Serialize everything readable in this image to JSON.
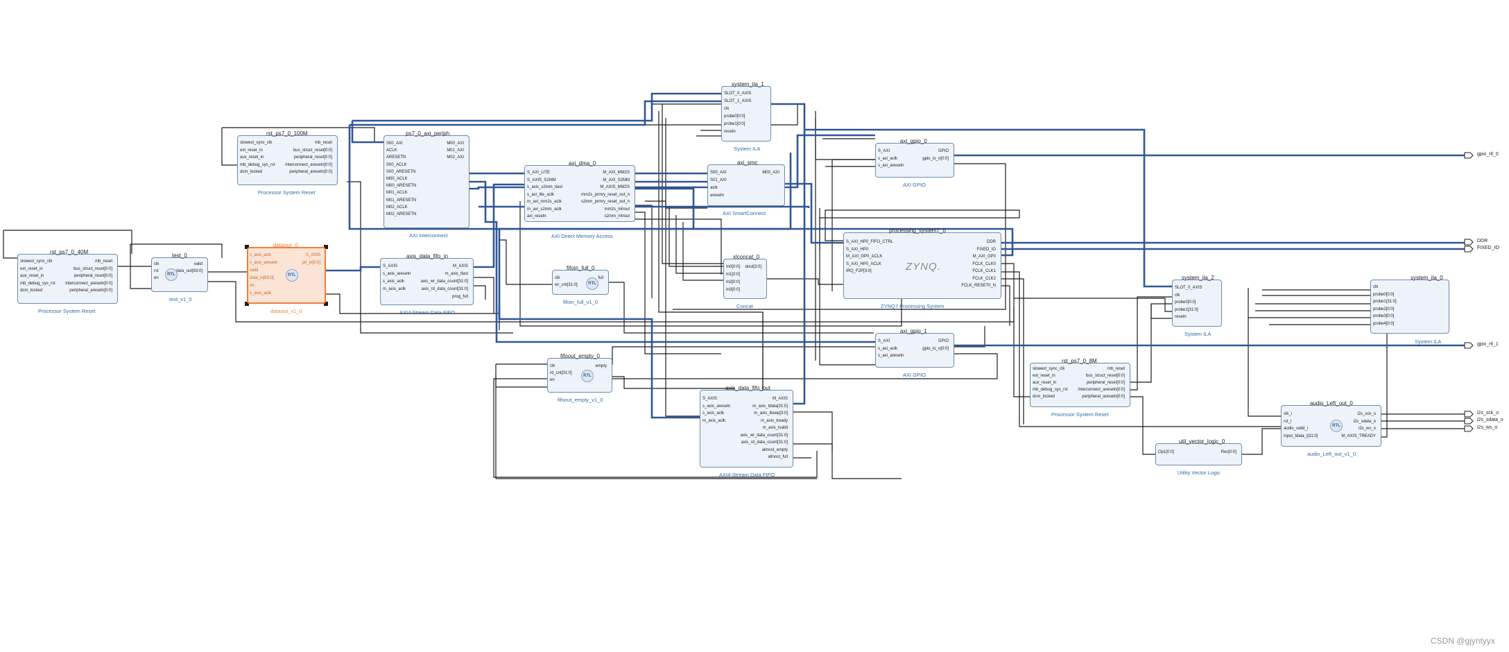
{
  "blocks": {
    "rst40": {
      "title": "rst_ps7_0_40M",
      "subtitle": "Processor System Reset",
      "left": [
        "slowest_sync_clk",
        "ext_reset_in",
        "aux_reset_in",
        "mb_debug_sys_rst",
        "dcm_locked"
      ],
      "right": [
        "mb_reset",
        "bus_struct_reset[0:0]",
        "peripheral_reset[0:0]",
        "interconnect_aresetn[0:0]",
        "peripheral_aresetn[0:0]"
      ]
    },
    "test0": {
      "title": "test_0",
      "subtitle": "test_v1_0",
      "left": [
        "clk",
        "rst",
        "en"
      ],
      "right": [
        "valid",
        "data_out[63:0]"
      ]
    },
    "dataout": {
      "title": "dataout_0",
      "subtitle": "dataout_v1_0",
      "left": [
        "s_axis_aclk",
        "s_axis_aresetn",
        "valid",
        "data_in[63:0]",
        "en",
        "s_axis_aclk"
      ],
      "right": [
        "S_AXIS",
        "pri_in[0:0]"
      ]
    },
    "rst100": {
      "title": "rst_ps7_0_100M",
      "subtitle": "Processor System Reset",
      "left": [
        "slowest_sync_clk",
        "ext_reset_in",
        "aux_reset_in",
        "mb_debug_sys_rst",
        "dcm_locked"
      ],
      "right": [
        "mb_reset",
        "bus_struct_reset[0:0]",
        "peripheral_reset[0:0]",
        "interconnect_aresetn[0:0]",
        "peripheral_aresetn[0:0]"
      ]
    },
    "periph": {
      "title": "ps7_0_axi_periph",
      "subtitle": "AXI Interconnect",
      "left": [
        "S00_AXI",
        "ACLK",
        "ARESETN",
        "S00_ACLK",
        "S00_ARESETN",
        "M00_ACLK",
        "M00_ARESETN",
        "M01_ACLK",
        "M01_ARESETN",
        "M02_ACLK",
        "M02_ARESETN"
      ],
      "right": [
        "M00_AXI",
        "M01_AXI",
        "M02_AXI"
      ]
    },
    "fifoin": {
      "title": "axis_data_fifo_in",
      "subtitle": "AXI4-Stream Data FIFO",
      "left": [
        "S_AXIS",
        "s_axis_aresetn",
        "s_axis_aclk",
        "m_axis_aclk"
      ],
      "right": [
        "M_AXIS",
        "m_axis_tlast",
        "axis_wr_data_count[31:0]",
        "axis_rd_data_count[31:0]",
        "prog_full"
      ]
    },
    "dma": {
      "title": "axi_dma_0",
      "subtitle": "AXI Direct Memory Access",
      "left": [
        "S_AXI_LITE",
        "S_AXIS_S2MM",
        "s_axis_s2mm_tlast",
        "s_axi_lite_aclk",
        "m_axi_mm2s_aclk",
        "m_axi_s2mm_aclk",
        "axi_resetn"
      ],
      "right": [
        "M_AXI_MM2S",
        "M_AXI_S2MM",
        "M_AXIS_MM2S",
        "mm2s_prmry_reset_out_n",
        "s2mm_prmry_reset_out_n",
        "mm2s_introut",
        "s2mm_introut"
      ]
    },
    "fifofull": {
      "title": "fifoin_full_0",
      "subtitle": "fifoin_full_v1_0",
      "left": [
        "clk",
        "wr_cnt[31:0]"
      ],
      "right": [
        "full"
      ]
    },
    "fifoempty": {
      "title": "fifoout_empty_0",
      "subtitle": "fifoout_empty_v1_0",
      "left": [
        "clk",
        "rd_cnt[31:0]",
        "en"
      ],
      "right": [
        "empty"
      ]
    },
    "ila1": {
      "title": "system_ila_1",
      "subtitle": "System ILA",
      "left": [
        "SLOT_0_AXIS",
        "SLOT_1_AXIS",
        "clk",
        "probe0[0:0]",
        "probe1[0:0]",
        "resetn"
      ],
      "right": []
    },
    "smc": {
      "title": "axi_smc",
      "subtitle": "AXI SmartConnect",
      "left": [
        "S00_AXI",
        "S01_AXI",
        "aclk",
        "aresetn"
      ],
      "right": [
        "M00_AXI"
      ]
    },
    "xlconcat": {
      "title": "xlconcat_0",
      "subtitle": "Concat",
      "left": [
        "In0[0:0]",
        "In1[0:0]",
        "In2[0:0]",
        "In3[0:0]"
      ],
      "right": [
        "dout[3:0]"
      ]
    },
    "fifoout": {
      "title": "axis_data_fifo_out",
      "subtitle": "AXI4-Stream Data FIFO",
      "left": [
        "S_AXIS",
        "s_axis_aresetn",
        "s_axis_aclk",
        "m_axis_aclk"
      ],
      "right": [
        "M_AXIS",
        "m_axis_tdata[31:0]",
        "m_axis_tkeep[3:0]",
        "m_axis_tready",
        "m_axis_tvalid",
        "axis_wr_data_count[31:0]",
        "axis_rd_data_count[31:0]",
        "almost_empty",
        "almost_full"
      ]
    },
    "gpio0": {
      "title": "axi_gpio_0",
      "subtitle": "AXI GPIO",
      "left": [
        "S_AXI",
        "s_axi_aclk",
        "s_axi_aresetn"
      ],
      "right": [
        "GPIO",
        "gpio_io_o[0:0]"
      ]
    },
    "ps7": {
      "title": "processing_system7_0",
      "subtitle": "ZYNQ7 Processing System",
      "logo": "ZYNQ.",
      "left": [
        "S_AXI_HP0_FIFO_CTRL",
        "S_AXI_HP0",
        "M_AXI_GP0_ACLK",
        "S_AXI_HP0_ACLK",
        "IRQ_F2P[3:0]"
      ],
      "right": [
        "DDR",
        "FIXED_IO",
        "M_AXI_GP0",
        "FCLK_CLK0",
        "FCLK_CLK1",
        "FCLK_CLK2",
        "FCLK_RESET0_N"
      ]
    },
    "gpio1": {
      "title": "axi_gpio_1",
      "subtitle": "AXI GPIO",
      "left": [
        "S_AXI",
        "s_axi_aclk",
        "s_axi_aresetn"
      ],
      "right": [
        "GPIO",
        "gpio_io_o[0:0]"
      ]
    },
    "rst8": {
      "title": "rst_ps7_0_8M",
      "subtitle": "Processor System Reset",
      "left": [
        "slowest_sync_clk",
        "ext_reset_in",
        "aux_reset_in",
        "mb_debug_sys_rst",
        "dcm_locked"
      ],
      "right": [
        "mb_reset",
        "bus_struct_reset[0:0]",
        "peripheral_reset[0:0]",
        "interconnect_aresetn[0:0]",
        "peripheral_aresetn[0:0]"
      ]
    },
    "ila2": {
      "title": "system_ila_2",
      "subtitle": "System ILA",
      "left": [
        "SLOT_0_AXIS",
        "clk",
        "probe0[0:0]",
        "probe1[31:0]",
        "resetn"
      ],
      "right": []
    },
    "ila0": {
      "title": "system_ila_0",
      "subtitle": "System ILA",
      "left": [
        "clk",
        "probe0[0:0]",
        "probe1[31:0]",
        "probe2[0:0]",
        "probe3[0:0]",
        "probe4[0:0]"
      ],
      "right": []
    },
    "uvl": {
      "title": "util_vector_logic_0",
      "subtitle": "Utility Vector Logic",
      "left": [
        "Op1[0:0]"
      ],
      "right": [
        "Res[0:0]"
      ]
    },
    "audio": {
      "title": "audio_Left_out_0",
      "subtitle": "audio_Left_out_v1_0",
      "left": [
        "clk_i",
        "rst_i",
        "audio_valid_i",
        "input_tdata_i[31:0]"
      ],
      "right": [
        "i2s_sck_o",
        "i2s_sdata_o",
        "i2s_ws_o",
        "M_AXIS_TREADY"
      ]
    }
  },
  "external_ports": [
    "gpio_rtl_0",
    "DDR",
    "FIXED_IO",
    "gpio_rtl_1",
    "i2s_sck_o",
    "i2s_sdata_o",
    "i2s_ws_o"
  ],
  "icons": {
    "rtl": "RTL",
    "crossbar": "crossbar-icon",
    "not_gate": "not-gate-icon"
  },
  "colors": {
    "bus": "#2f5597",
    "wire": "#1a1a1a",
    "selected": "#ef7f33",
    "block_fill": "#eef3fa"
  },
  "watermark": "CSDN @gjyntyyx"
}
